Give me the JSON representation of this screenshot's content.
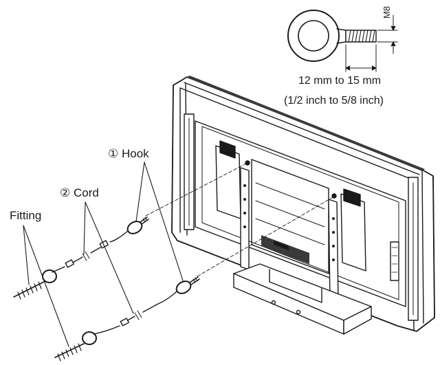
{
  "labels": {
    "hook": "① Hook",
    "cord": "② Cord",
    "fitting": "Fitting",
    "bolt_size": "M8",
    "bolt_length_mm": "12 mm to 15 mm",
    "bolt_length_inch": "(1/2 inch to 5/8 inch)"
  },
  "colors": {
    "ink": "#1a1a1a",
    "screen_shade": "#3a3a3a",
    "background": "#ffffff"
  }
}
